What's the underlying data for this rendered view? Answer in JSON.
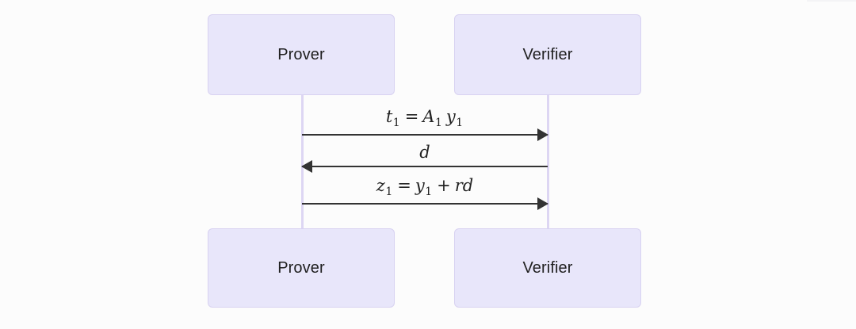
{
  "diagram": {
    "type": "sequence-diagram",
    "title": "",
    "background_color": "#fcfcfc",
    "participants": [
      {
        "id": "prover",
        "label": "Prover",
        "side": "left",
        "box_color": "#e8e6fa",
        "border_color": "#d8d2f1"
      },
      {
        "id": "verifier",
        "label": "Verifier",
        "side": "right",
        "box_color": "#e8e6fa",
        "border_color": "#d8d2f1"
      }
    ],
    "lifeline_color": "#ddd6f3",
    "arrow_color": "#333333",
    "messages": [
      {
        "index": 1,
        "from": "prover",
        "to": "verifier",
        "direction": "right",
        "label_plain": "t1 = A1 y1",
        "label_parts": {
          "lhs": "t",
          "lhs_sub": "1",
          "op": "=",
          "rhs1": "A",
          "rhs1_sub": "1",
          "rhs2": "y",
          "rhs2_sub": "1"
        }
      },
      {
        "index": 2,
        "from": "verifier",
        "to": "prover",
        "direction": "left",
        "label_plain": "d",
        "label_parts": {
          "lhs": "d"
        }
      },
      {
        "index": 3,
        "from": "prover",
        "to": "verifier",
        "direction": "right",
        "label_plain": "z1 = y1 + r d",
        "label_parts": {
          "lhs": "z",
          "lhs_sub": "1",
          "op": "=",
          "rhs1": "y",
          "rhs1_sub": "1",
          "op2": "+",
          "rhs2": "r",
          "rhs3": "d"
        }
      }
    ]
  }
}
